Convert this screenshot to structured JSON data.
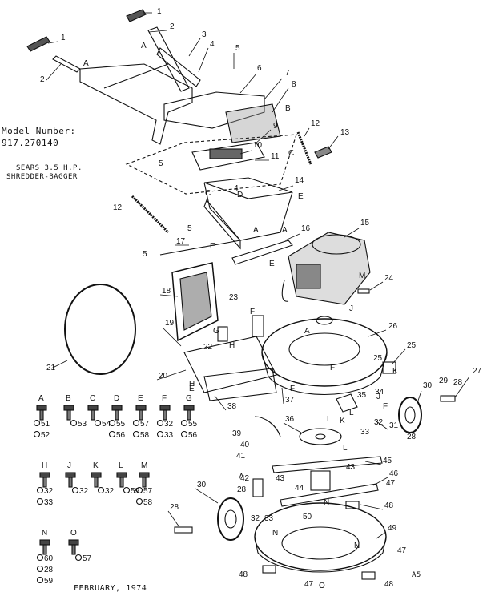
{
  "header": {
    "model_label": "Model Number:",
    "model_number": "917.270140",
    "title_line1": "SEARS 3.5 H.P.",
    "title_line2": "SHREDDER-BAGGER"
  },
  "footer": {
    "date": "FEBRUARY, 1974",
    "code": "A5"
  },
  "callouts": [
    {
      "id": "c1a",
      "text": "1"
    },
    {
      "id": "c1b",
      "text": "1"
    },
    {
      "id": "c2a",
      "text": "2"
    },
    {
      "id": "c2b",
      "text": "2"
    },
    {
      "id": "c3",
      "text": "3"
    },
    {
      "id": "c4a",
      "text": "4"
    },
    {
      "id": "c4b",
      "text": "4"
    },
    {
      "id": "c5a",
      "text": "5"
    },
    {
      "id": "c5b",
      "text": "5"
    },
    {
      "id": "c5c",
      "text": "5"
    },
    {
      "id": "c5d",
      "text": "5"
    },
    {
      "id": "c6",
      "text": "6"
    },
    {
      "id": "c7",
      "text": "7"
    },
    {
      "id": "c8",
      "text": "8"
    },
    {
      "id": "c9",
      "text": "9"
    },
    {
      "id": "c10",
      "text": "10"
    },
    {
      "id": "c11",
      "text": "11"
    },
    {
      "id": "c12a",
      "text": "12"
    },
    {
      "id": "c12b",
      "text": "12"
    },
    {
      "id": "c13",
      "text": "13"
    },
    {
      "id": "c14",
      "text": "14"
    },
    {
      "id": "c15",
      "text": "15"
    },
    {
      "id": "c16",
      "text": "16"
    },
    {
      "id": "c17",
      "text": "17"
    },
    {
      "id": "c18",
      "text": "18"
    },
    {
      "id": "c19",
      "text": "19"
    },
    {
      "id": "c20",
      "text": "20"
    },
    {
      "id": "c21",
      "text": "21"
    },
    {
      "id": "c22",
      "text": "22"
    },
    {
      "id": "c23",
      "text": "23"
    },
    {
      "id": "c24",
      "text": "24"
    },
    {
      "id": "c25a",
      "text": "25"
    },
    {
      "id": "c25b",
      "text": "25"
    },
    {
      "id": "c26",
      "text": "26"
    },
    {
      "id": "c27",
      "text": "27"
    },
    {
      "id": "c28a",
      "text": "28"
    },
    {
      "id": "c28b",
      "text": "28"
    },
    {
      "id": "c28c",
      "text": "28"
    },
    {
      "id": "c28d",
      "text": "28"
    },
    {
      "id": "c29",
      "text": "29"
    },
    {
      "id": "c30a",
      "text": "30"
    },
    {
      "id": "c30b",
      "text": "30"
    },
    {
      "id": "c31",
      "text": "31"
    },
    {
      "id": "c32a",
      "text": "32"
    },
    {
      "id": "c32b",
      "text": "32"
    },
    {
      "id": "c33a",
      "text": "33"
    },
    {
      "id": "c33b",
      "text": "33"
    },
    {
      "id": "c34",
      "text": "34"
    },
    {
      "id": "c35",
      "text": "35"
    },
    {
      "id": "c36",
      "text": "36"
    },
    {
      "id": "c37",
      "text": "37"
    },
    {
      "id": "c38",
      "text": "38"
    },
    {
      "id": "c39",
      "text": "39"
    },
    {
      "id": "c40",
      "text": "40"
    },
    {
      "id": "c41",
      "text": "41"
    },
    {
      "id": "c42",
      "text": "42"
    },
    {
      "id": "c43a",
      "text": "43"
    },
    {
      "id": "c43b",
      "text": "43"
    },
    {
      "id": "c44",
      "text": "44"
    },
    {
      "id": "c45",
      "text": "45"
    },
    {
      "id": "c46",
      "text": "46"
    },
    {
      "id": "c47a",
      "text": "47"
    },
    {
      "id": "c47b",
      "text": "47"
    },
    {
      "id": "c47c",
      "text": "47"
    },
    {
      "id": "c48a",
      "text": "48"
    },
    {
      "id": "c48b",
      "text": "48"
    },
    {
      "id": "c48c",
      "text": "48"
    },
    {
      "id": "c49",
      "text": "49"
    },
    {
      "id": "c50",
      "text": "50"
    }
  ],
  "letters": [
    {
      "id": "lA1",
      "text": "A"
    },
    {
      "id": "lA2",
      "text": "A"
    },
    {
      "id": "lA3",
      "text": "A"
    },
    {
      "id": "lA4",
      "text": "A"
    },
    {
      "id": "lA5",
      "text": "A"
    },
    {
      "id": "lA6",
      "text": "A"
    },
    {
      "id": "lB",
      "text": "B"
    },
    {
      "id": "lC1",
      "text": "C"
    },
    {
      "id": "lC2",
      "text": "C"
    },
    {
      "id": "lD",
      "text": "D"
    },
    {
      "id": "lE1",
      "text": "E"
    },
    {
      "id": "lE2",
      "text": "E"
    },
    {
      "id": "lE3",
      "text": "E"
    },
    {
      "id": "lF1",
      "text": "F"
    },
    {
      "id": "lF2",
      "text": "F"
    },
    {
      "id": "lF3",
      "text": "F"
    },
    {
      "id": "lF4",
      "text": "F"
    },
    {
      "id": "lG",
      "text": "G"
    },
    {
      "id": "lH1",
      "text": "H"
    },
    {
      "id": "lH2",
      "text": "H"
    },
    {
      "id": "lJ1",
      "text": "J"
    },
    {
      "id": "lJ2",
      "text": "J"
    },
    {
      "id": "lK1",
      "text": "K"
    },
    {
      "id": "lK2",
      "text": "K"
    },
    {
      "id": "lL1",
      "text": "L"
    },
    {
      "id": "lL2",
      "text": "L"
    },
    {
      "id": "lL3",
      "text": "L"
    },
    {
      "id": "lM",
      "text": "M"
    },
    {
      "id": "lN1",
      "text": "N"
    },
    {
      "id": "lN2",
      "text": "N"
    },
    {
      "id": "lN3",
      "text": "N"
    },
    {
      "id": "lO",
      "text": "O"
    },
    {
      "id": "lE4",
      "text": "E"
    }
  ],
  "hardware_key": [
    {
      "letter": "A",
      "parts": [
        "51",
        "52"
      ]
    },
    {
      "letter": "B",
      "parts": [
        "53"
      ]
    },
    {
      "letter": "C",
      "parts": [
        "54"
      ]
    },
    {
      "letter": "D",
      "parts": [
        "55",
        "56"
      ]
    },
    {
      "letter": "E",
      "parts": [
        "57",
        "58"
      ]
    },
    {
      "letter": "F",
      "parts": [
        "32",
        "33"
      ]
    },
    {
      "letter": "G",
      "parts": [
        "55",
        "56"
      ]
    },
    {
      "letter": "H",
      "parts": [
        "32",
        "33"
      ]
    },
    {
      "letter": "J",
      "parts": [
        "32"
      ]
    },
    {
      "letter": "K",
      "parts": [
        "32"
      ]
    },
    {
      "letter": "L",
      "parts": [
        "59"
      ]
    },
    {
      "letter": "M",
      "parts": [
        "57",
        "58"
      ]
    },
    {
      "letter": "N",
      "parts": [
        "60",
        "28",
        "59"
      ]
    },
    {
      "letter": "O",
      "parts": [
        "57"
      ]
    }
  ]
}
